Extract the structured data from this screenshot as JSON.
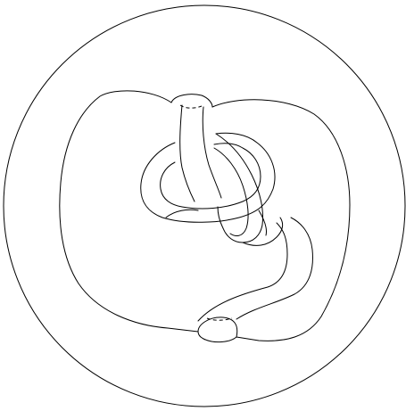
{
  "diagram": {
    "kind": "line drawing",
    "background": "#ffffff",
    "stroke_color": "#000000",
    "elements": [
      "outer-boundary-circle",
      "knotted-tube-outline",
      "upper-neck-cap",
      "lower-neck-cap"
    ]
  }
}
